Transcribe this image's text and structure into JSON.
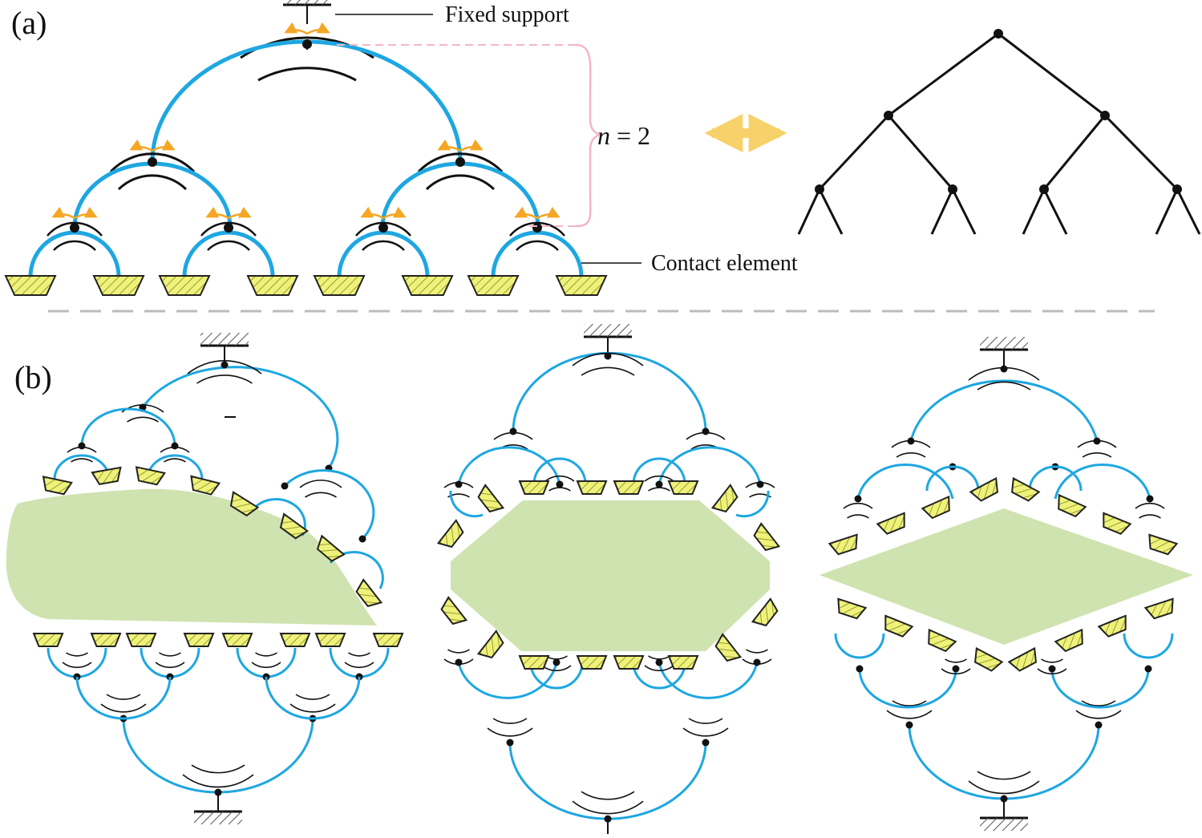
{
  "labels": {
    "panel_a": "(a)",
    "panel_b": "(b)",
    "fixed_support": "Fixed support",
    "contact_element": "Contact element",
    "n_symbol": "n",
    "n_equals": "= 2"
  },
  "colors": {
    "beam": "#1ea7e1",
    "contact_pad": "#eef27a",
    "object": "#cfe3b0",
    "rotation_arrow": "#f5a623",
    "double_arrow": "#f7d26a",
    "bracket": "#f4b6c2",
    "separator": "#bbbbbb"
  },
  "icons": [
    "fixed-support-hatch-icon",
    "pivot-joint-icon",
    "rotation-arrow-icon",
    "double-headed-arrow-icon",
    "contact-pad-icon"
  ],
  "tree": {
    "levels": 3,
    "root_children": 2
  },
  "objects_b": [
    "irregular-object",
    "hexagon-object",
    "rhombus-object"
  ]
}
